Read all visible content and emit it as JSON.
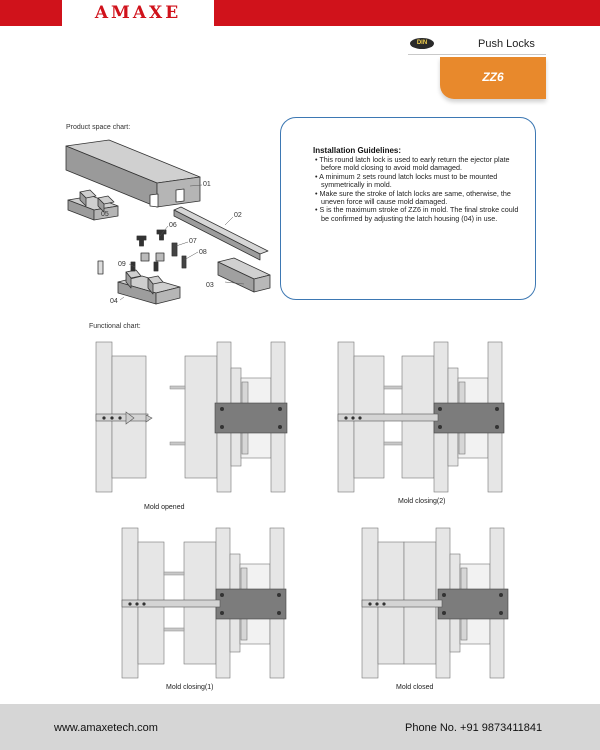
{
  "header": {
    "logo_text": "AMAXE",
    "din_badge": "DIN",
    "category": "Push Locks",
    "product_code": "ZZ6"
  },
  "product_space": {
    "title": "Product space chart:",
    "part_labels": [
      "01",
      "02",
      "03",
      "04",
      "05",
      "06",
      "07",
      "08",
      "09"
    ]
  },
  "installation": {
    "title": "Installation Guidelines:",
    "items": [
      "This round latch lock is used to early return the ejector plate before mold closing to avoid mold damaged.",
      "A minimum 2 sets round latch locks must to be mounted symmetrically in mold.",
      "Make sure the stroke of latch locks are same, otherwise, the uneven force will cause mold damaged.",
      "S is the maximum stroke of ZZ6 in mold. The final stroke could be confirmed by adjusting the latch housing (04) in use."
    ]
  },
  "functional": {
    "title": "Functional chart:",
    "captions": [
      "Mold opened",
      "Mold closing(2)",
      "Mold closing(1)",
      "Mold closed"
    ]
  },
  "footer": {
    "website": "www.amaxetech.com",
    "phone": "Phone No. +91 9873411841"
  },
  "colors": {
    "brand_red": "#d0121b",
    "tab_orange": "#e8892c",
    "guide_border": "#3d78b3",
    "footer_gray": "#d6d6d6"
  }
}
